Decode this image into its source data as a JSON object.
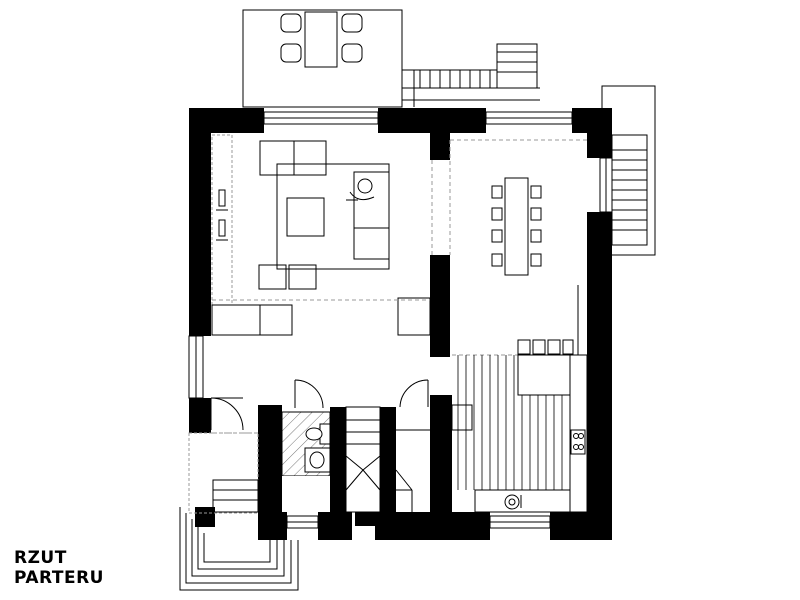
{
  "caption": {
    "line1": "RZUT",
    "line2": "PARTERU"
  },
  "colors": {
    "wall": "#000000",
    "line": "#000000",
    "dashed": "#999999",
    "tile_hatch": "#777777",
    "background": "#ffffff"
  },
  "furniture": [
    "terrace-dining-table",
    "terrace-chair",
    "sofa",
    "coffee-table",
    "armchair",
    "person-seated",
    "ottomans",
    "tv-cabinet",
    "side-table",
    "dining-table",
    "dining-chair",
    "bar-stools",
    "kitchen-counter",
    "kitchen-hob",
    "sink",
    "toilet",
    "washbasin",
    "external-stairs",
    "internal-stairs",
    "entrance-steps"
  ]
}
